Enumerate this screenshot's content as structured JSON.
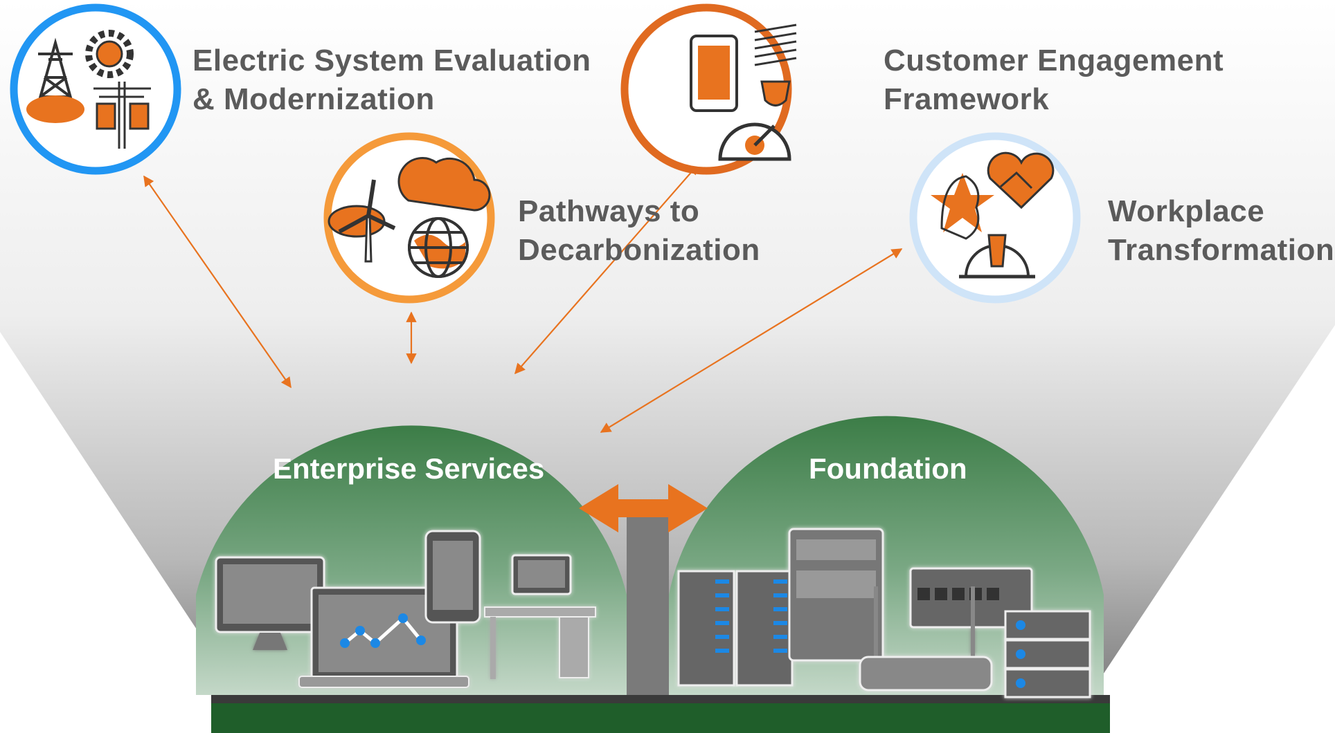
{
  "colors": {
    "orange": "#e8731f",
    "orange_light": "#f59a3a",
    "blue": "#2196f3",
    "blue_light": "#bcdcf7",
    "green": "#2e7d32",
    "green_dark": "#1f5e2a",
    "equipment_gray": "#7a7a7a",
    "text_gray": "#5b5b5b"
  },
  "initiatives": [
    {
      "lines": [
        "Electric System Evaluation",
        "& Modernization"
      ],
      "icons": [
        "transmission-tower-icon",
        "gear-icon",
        "utility-pole-icon"
      ]
    },
    {
      "lines": [
        "Pathways to",
        "Decarbonization"
      ],
      "icons": [
        "wind-turbine-icon",
        "cloud-icon",
        "globe-icon"
      ]
    },
    {
      "lines": [
        "Customer Engagement",
        "Framework"
      ],
      "icons": [
        "smartphone-icon",
        "smart-bulb-icon",
        "meter-gauge-icon"
      ]
    },
    {
      "lines": [
        "Workplace",
        "Transformation"
      ],
      "icons": [
        "employee-star-icon",
        "handshake-heart-icon",
        "hard-hat-icon"
      ]
    }
  ],
  "domes": {
    "enterprise": {
      "title": "Enterprise Services",
      "icons": [
        "desktop-monitor-icon",
        "laptop-chart-icon",
        "tablet-icon",
        "desk-computer-icon"
      ]
    },
    "foundation": {
      "title": "Foundation",
      "icons": [
        "server-rack-icon",
        "network-appliance-icon",
        "switch-icon",
        "router-icon",
        "storage-stack-icon"
      ]
    }
  }
}
